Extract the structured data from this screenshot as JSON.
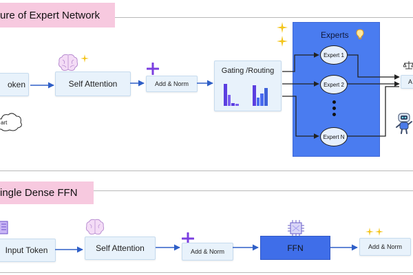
{
  "moe": {
    "title": "ure of Expert Network",
    "input_token": "oken",
    "cloud_label": "art",
    "self_attention": "Self Attention",
    "add_norm": "Add & Norm",
    "gating": "Gating /Routing",
    "experts_title": "Experts",
    "experts": [
      "Expert 1",
      "Expert 2",
      "Expert N"
    ],
    "output_partial": "A"
  },
  "dense": {
    "title": "ingle Dense FFN",
    "input_token": "Input Token",
    "self_attention": "Self Attention",
    "add_norm_1": "Add & Norm",
    "ffn": "FFN",
    "add_norm_2": "Add & Norm"
  },
  "colors": {
    "pill": "#f7c9df",
    "box": "#e8f2fb",
    "panel": "#4a7cf0",
    "arrow": "#2f5fc7",
    "plus": "#7b3fe0",
    "bars": "#5b3fe0"
  },
  "icons": {
    "brain": "brain-icon",
    "sparkle": "sparkle-icon",
    "plus": "plus-icon",
    "bulb": "lightbulb-icon",
    "robot": "robot-icon",
    "scale": "scale-icon",
    "book": "book-icon",
    "chip": "chip-icon",
    "cloud": "cloud-icon"
  }
}
